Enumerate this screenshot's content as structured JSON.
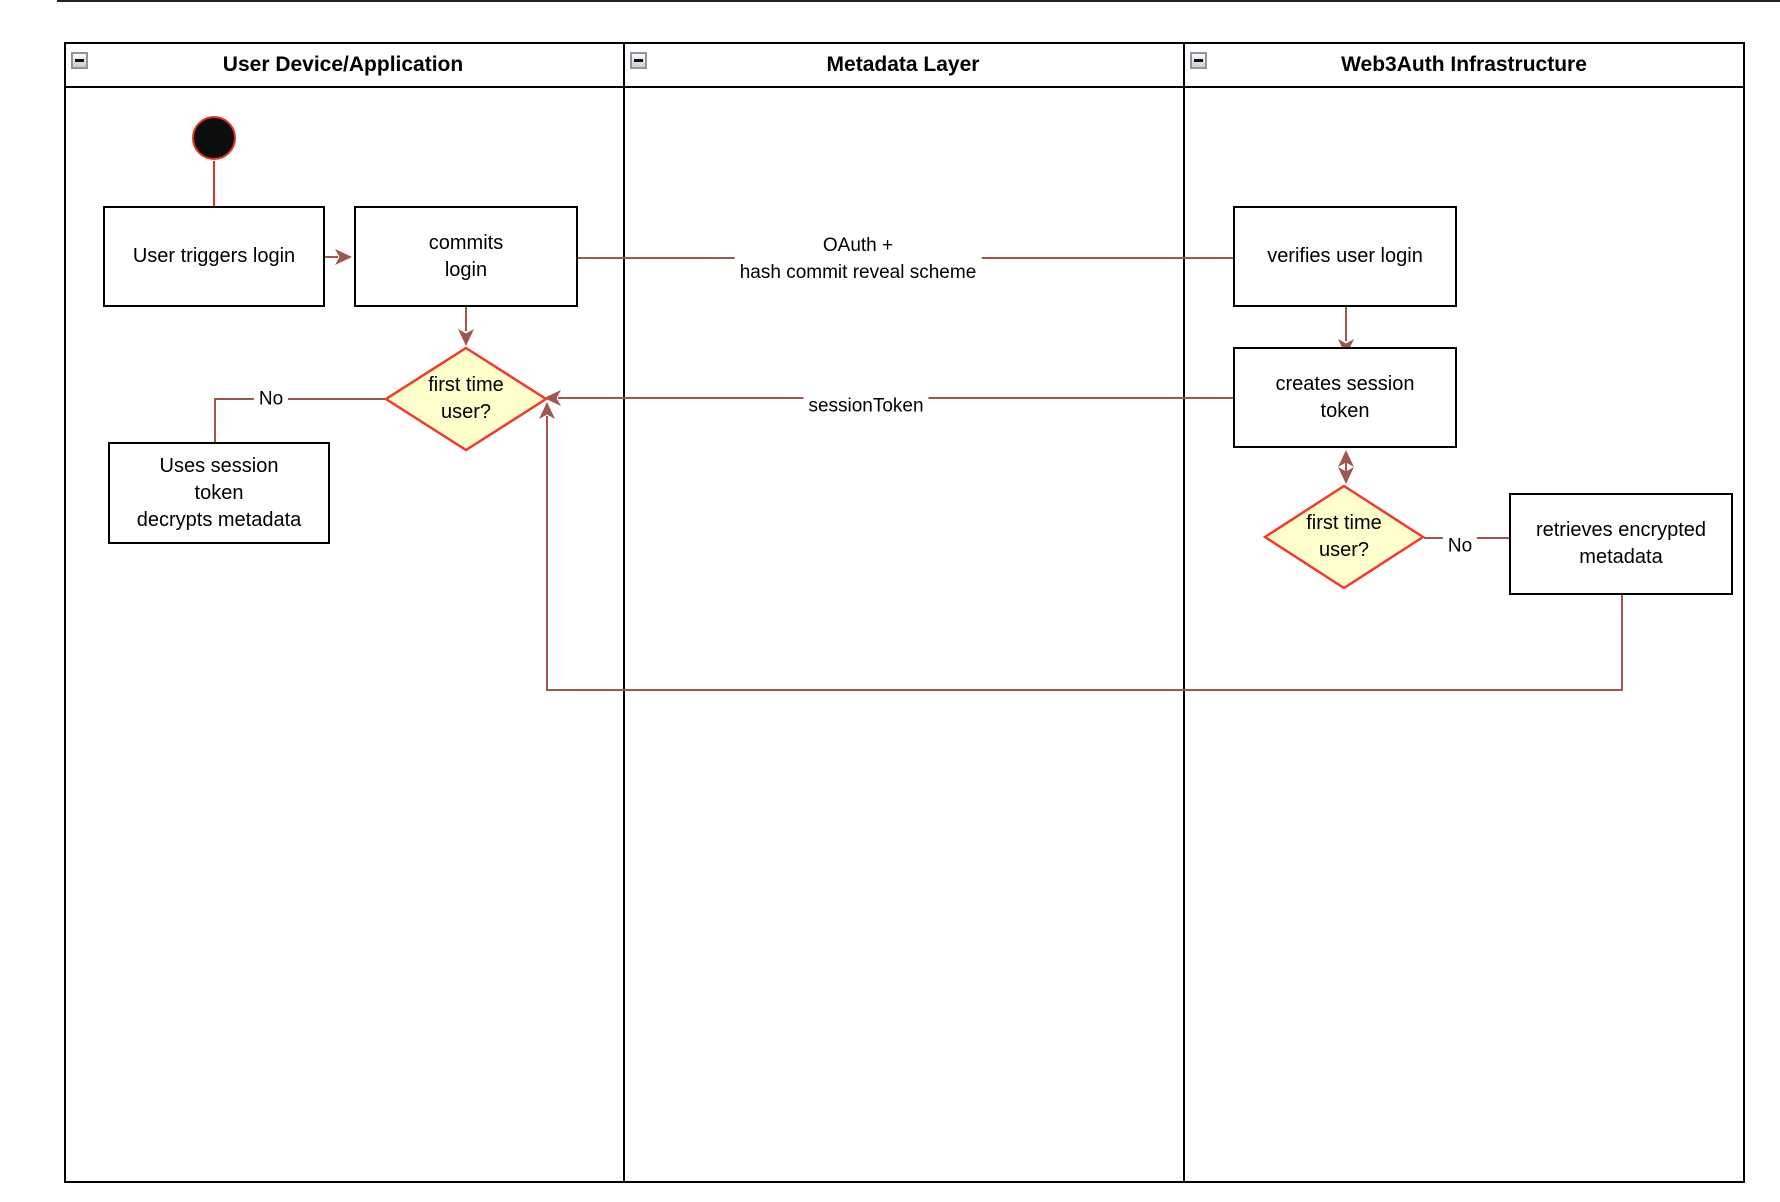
{
  "lanes": [
    {
      "label": "User Device/Application",
      "collapse_icon": "minus-icon"
    },
    {
      "label": "Metadata Layer",
      "collapse_icon": "minus-icon"
    },
    {
      "label": "Web3Auth Infrastructure",
      "collapse_icon": "minus-icon"
    }
  ],
  "nodes": {
    "start": {
      "type": "initial-node"
    },
    "user_triggers_login": {
      "label": "User triggers login"
    },
    "commits_login": {
      "label": "commits\nlogin"
    },
    "first_time_user_client": {
      "label": "first time\nuser?"
    },
    "uses_session_token": {
      "label": "Uses session\ntoken\ndecrypts metadata"
    },
    "verifies_user_login": {
      "label": "verifies user login"
    },
    "creates_session_token": {
      "label": "creates session\ntoken"
    },
    "first_time_user_server": {
      "label": "first time\nuser?"
    },
    "retrieves_encrypted_metadata": {
      "label": "retrieves encrypted\nmetadata"
    }
  },
  "edge_labels": {
    "oauth": "OAuth +\nhash commit reveal scheme",
    "session_token": "sessionToken",
    "no_client": "No",
    "no_server": "No"
  },
  "colors": {
    "connector": "#9e564e",
    "start_accent": "#e5342b",
    "decision_border": "#f2392c",
    "decision_fill": "#ffffcc",
    "shape_border": "#000000",
    "background": "#ffffff"
  }
}
